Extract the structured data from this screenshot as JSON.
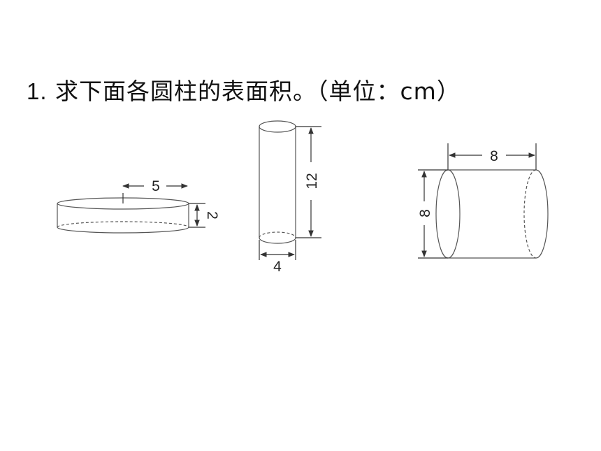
{
  "question": {
    "number": "1.",
    "text": "求下面各圆柱的表面积。（单位：cm）"
  },
  "figures": [
    {
      "kind": "flat-cylinder",
      "radius_label": "5",
      "height_label": "2"
    },
    {
      "kind": "tall-cylinder",
      "height_label": "12",
      "diameter_label": "4"
    },
    {
      "kind": "lying-cylinder",
      "length_label": "8",
      "diameter_label": "8"
    }
  ],
  "colors": {
    "line": "#333333",
    "text": "#111111"
  }
}
